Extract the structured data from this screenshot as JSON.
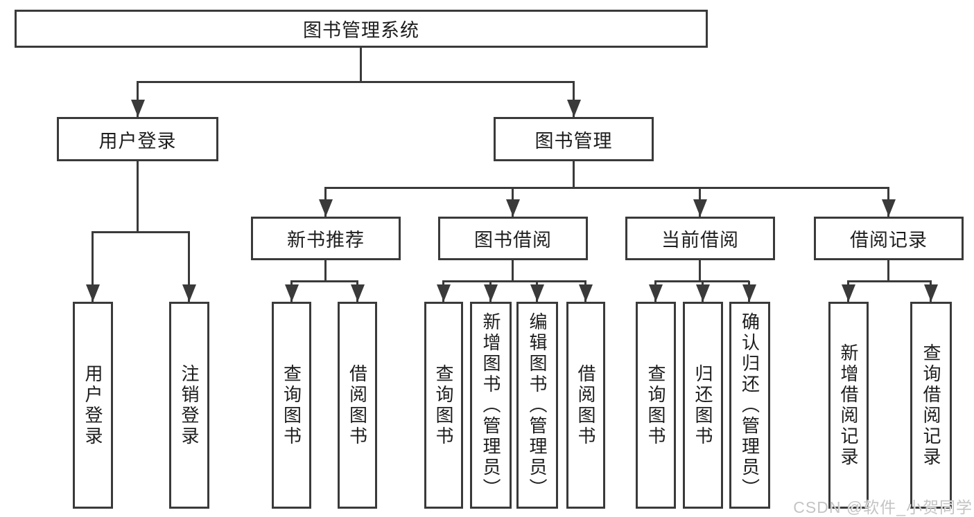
{
  "diagram": {
    "root": "图书管理系统",
    "branches": [
      {
        "label": "用户登录",
        "children": [
          "用户登录",
          "注销登录"
        ]
      },
      {
        "label": "图书管理",
        "sections": [
          {
            "label": "新书推荐",
            "children": [
              "查询图书",
              "借阅图书"
            ]
          },
          {
            "label": "图书借阅",
            "children": [
              "查询图书",
              "新增图书（管理员）",
              "编辑图书（管理员）",
              "借阅图书"
            ]
          },
          {
            "label": "当前借阅",
            "children": [
              "查询图书",
              "归还图书",
              "确认归还（管理员）"
            ]
          },
          {
            "label": "借阅记录",
            "children": [
              "新增借阅记录",
              "查询借阅记录"
            ]
          }
        ]
      }
    ]
  },
  "watermark": {
    "text": "CSDN @软件_小贺同学"
  },
  "colors": {
    "line": "#3a3a3a",
    "text": "#1d1d1d",
    "background": "#ffffff",
    "watermark": "#c1c1c1"
  }
}
